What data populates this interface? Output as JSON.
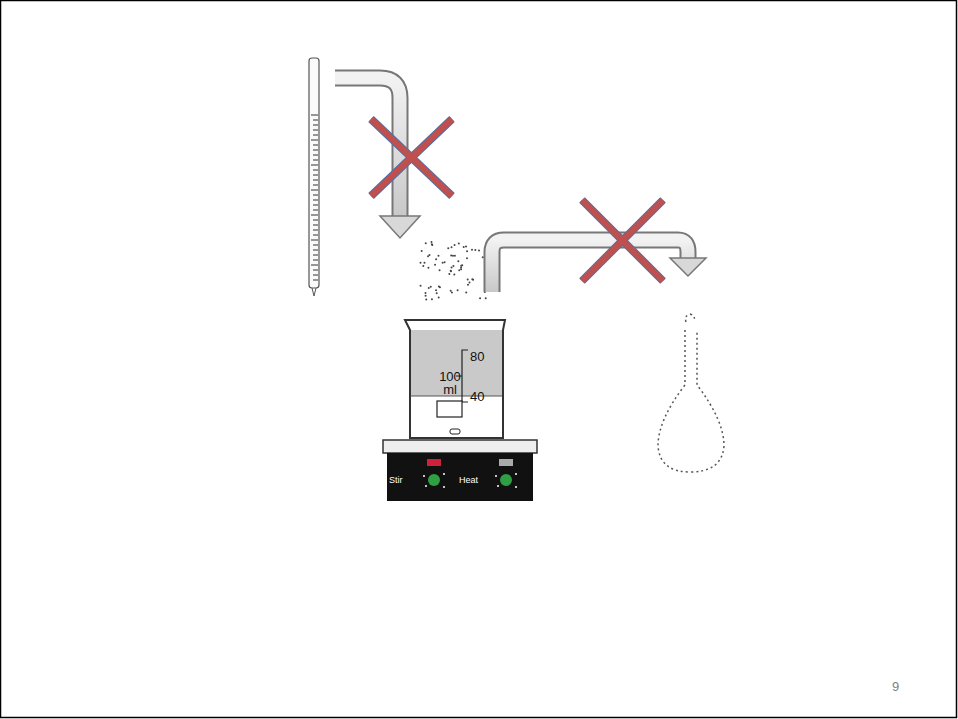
{
  "diagram": {
    "labels": [
      "80",
      "100 ml",
      "40",
      "Stir",
      "Heat",
      "9"
    ]
  }
}
